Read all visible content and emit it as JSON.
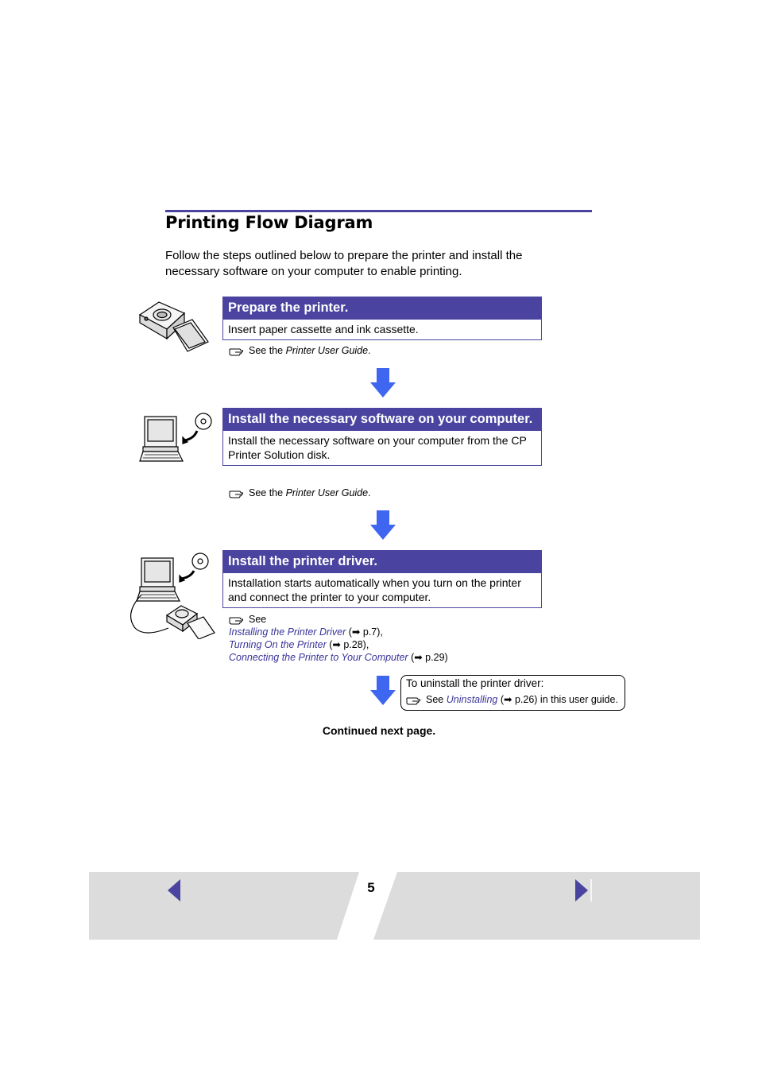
{
  "header": {
    "title": "Printing Flow Diagram"
  },
  "intro": "Follow the steps outlined below to prepare the printer and install the necessary software on your computer to enable printing.",
  "steps": [
    {
      "title": "Prepare the printer.",
      "body": "Insert paper cassette and ink cassette.",
      "see_prefix": "See the",
      "see_ref": "Printer User Guide",
      "see_suffix": "."
    },
    {
      "title": "Install the necessary software on your computer.",
      "body": "Install the necessary software on your computer from the CP Printer Solution disk.",
      "see_prefix": "See the",
      "see_ref": "Printer User Guide",
      "see_suffix": "."
    },
    {
      "title": "Install the printer driver.",
      "body": "Installation starts automatically when you turn on the printer and connect the printer to your computer.",
      "see_prefix": "See",
      "links": [
        {
          "text": "Installing the Printer Driver",
          "ref": "(➡ p.7),"
        },
        {
          "text": "Turning On the Printer",
          "ref": "(➡ p.28),"
        },
        {
          "text": "Connecting the Printer to Your Computer",
          "ref": "(➡ p.29)"
        }
      ]
    }
  ],
  "uninstall": {
    "heading": "To uninstall the printer driver:",
    "see_prefix": "See",
    "link": "Uninstalling",
    "suffix": "(➡ p.26) in this user guide."
  },
  "continued": "Continued next page.",
  "footer": {
    "page_number": "5",
    "prev_icon": "triangle-left-icon",
    "next_icon": "triangle-right-icon"
  },
  "colors": {
    "accent": "#4a44a0",
    "arrow": "#3f66f0",
    "footer_bg": "#dcdcdc"
  }
}
